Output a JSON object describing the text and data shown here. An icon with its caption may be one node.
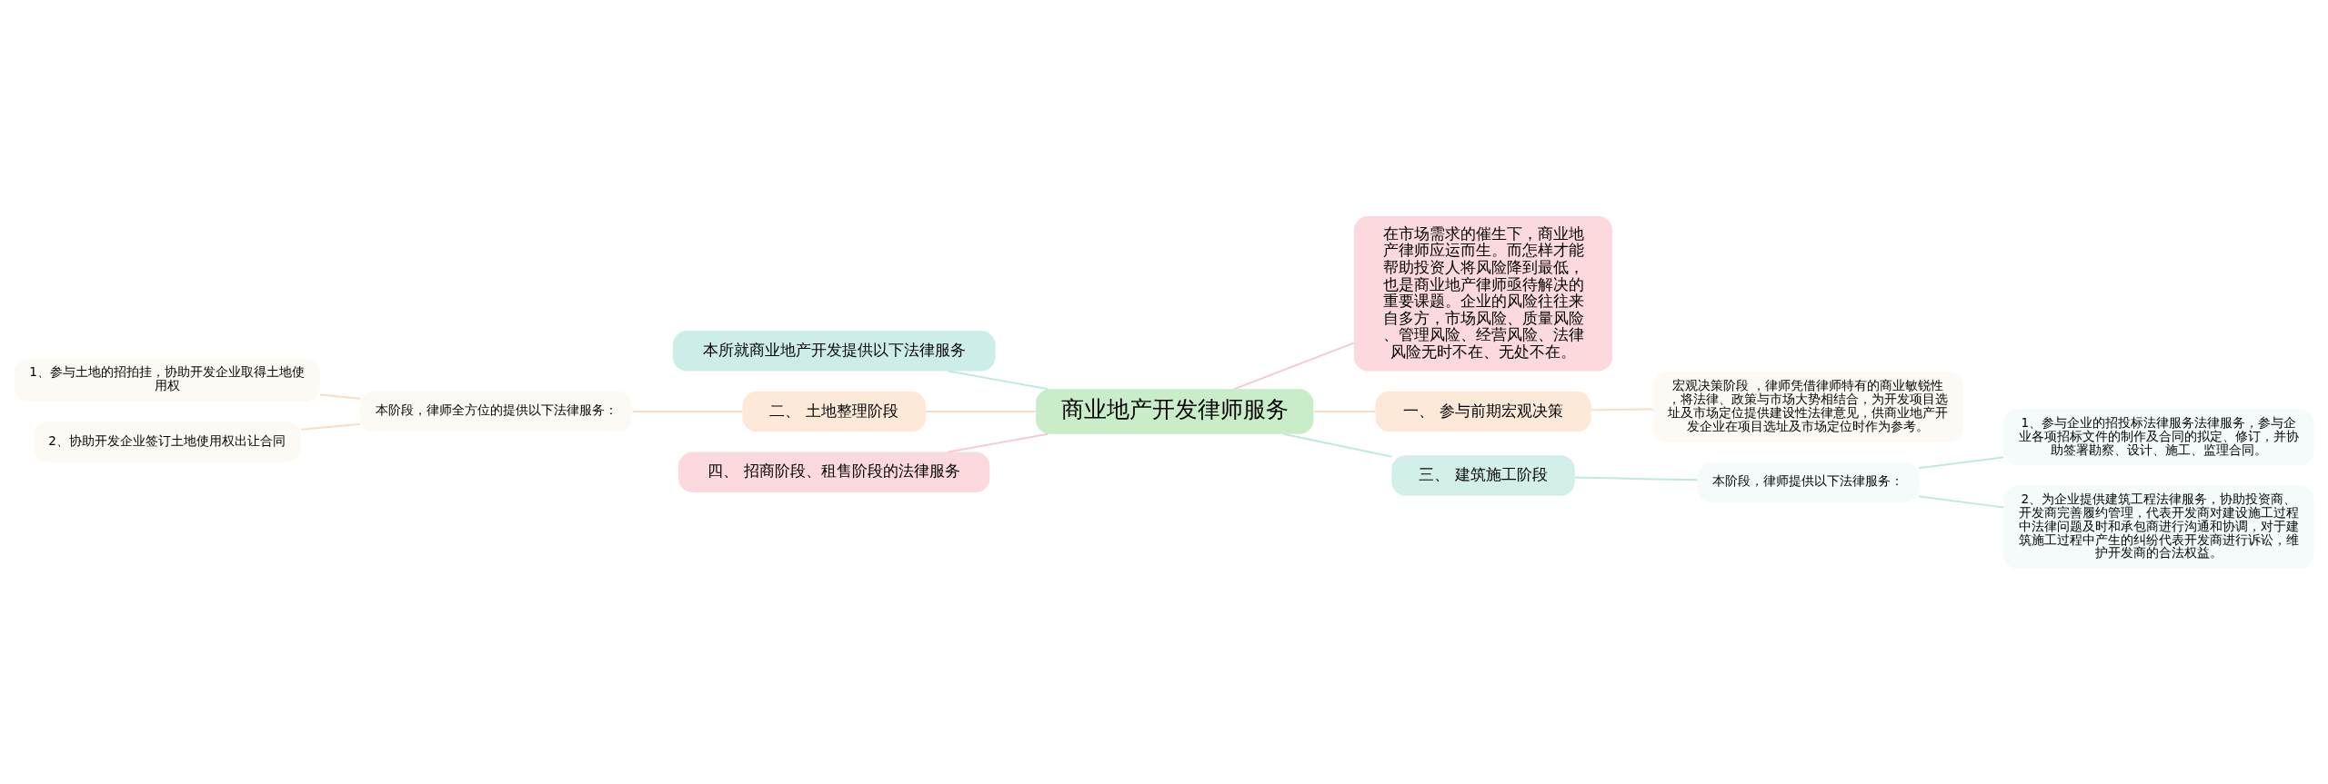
{
  "diagram": {
    "nodes": [
      {
        "text": [
          "商业地产开发律师服务"
        ]
      },
      {
        "text": [
          "本所就商业地产开发提供以下法律服务"
        ]
      },
      {
        "text": [
          "二、 土地整理阶段"
        ]
      },
      {
        "text": [
          "本阶段，律师全方位的提供以下法律服务："
        ]
      },
      {
        "text": [
          "1、参与土地的招拍挂，协助开发企业取得土地使用权"
        ]
      },
      {
        "text": [
          "2、协助开发企业签订土地使用权出让合同"
        ]
      },
      {
        "text": [
          "四、 招商阶段、租售阶段的法律服务"
        ]
      },
      {
        "text": [
          "在市场需求的催生下，商业地产律师应运而生。而怎样才能帮助投资人将风险降到最低，也是商业地产律师亟待解决的重要课题。企业的风险往往来自多方，市场风险、质量风险、管理风险、经营风险、法律风险无时不在、无处不在。"
        ]
      },
      {
        "text": [
          "一、 参与前期宏观决策"
        ]
      },
      {
        "text": [
          "宏观决策阶段 ，律师凭借律师特有的商业敏锐性，将法律、政策与市场大势相结合，为开发项目选址及市场定位提供建设性法律意见，供商业地产开发企业在项目选址及市场定位时作为参考。"
        ]
      },
      {
        "text": [
          "三、 建筑施工阶段"
        ]
      },
      {
        "text": [
          "本阶段，律师提供以下法律服务："
        ]
      },
      {
        "text": [
          "1、参与企业的招投标法律服务法律服务，参与企业各项招标文件的制作及合同的拟定、修订，并协助签署勘察、设计、施工、监理合同。"
        ]
      },
      {
        "text": [
          "2、为企业提供建筑工程法律服务，协助投资商、开发商完善履约管理，代表开发商对建设施工过程中法律问题及时和承包商进行沟通和协调，对于建筑施工过程中产生的纠纷代表开发商进行诉讼，维护开发商的合法权益。"
        ]
      }
    ],
    "edges": [
      {
        "from": 0,
        "to": 1,
        "arrow": "none",
        "color": "#bfe8e0"
      },
      {
        "from": 0,
        "to": 2,
        "arrow": "none"
      },
      {
        "from": 2,
        "to": 3,
        "arrow": "none"
      },
      {
        "from": 3,
        "to": 4,
        "arrow": "none"
      },
      {
        "from": 3,
        "to": 5,
        "arrow": "none"
      },
      {
        "from": 0,
        "to": 6,
        "arrow": "none",
        "color": "#f7c9cf"
      },
      {
        "from": 0,
        "to": 7,
        "arrow": "none",
        "color": "#f7c9cf"
      },
      {
        "from": 0,
        "to": 8,
        "arrow": "none"
      },
      {
        "from": 8,
        "to": 9,
        "arrow": "none"
      },
      {
        "from": 0,
        "to": 10,
        "arrow": "none",
        "color": "#bfe8e0"
      },
      {
        "from": 10,
        "to": 11,
        "arrow": "none",
        "color": "#bfe8e0"
      },
      {
        "from": 11,
        "to": 12,
        "arrow": "none",
        "color": "#bfe8e0"
      },
      {
        "from": 11,
        "to": 13,
        "arrow": "none",
        "color": "#bfe8e0"
      }
    ]
  }
}
